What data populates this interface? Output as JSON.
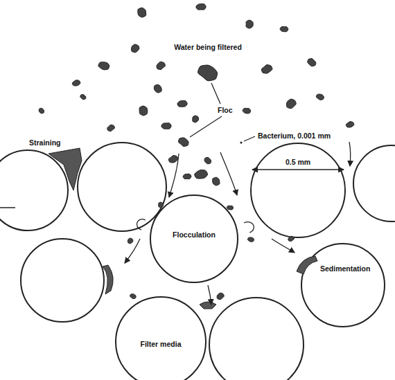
{
  "diagram": {
    "nodes": [
      {
        "text": [
          "Flocculation"
        ]
      },
      {
        "text": [
          "Filter media"
        ]
      }
    ],
    "labels": [
      "Water being filtered",
      "Floc",
      "Bacterium, 0.001 mm",
      "Straining",
      "0.5 mm",
      "Sedimentation"
    ]
  }
}
